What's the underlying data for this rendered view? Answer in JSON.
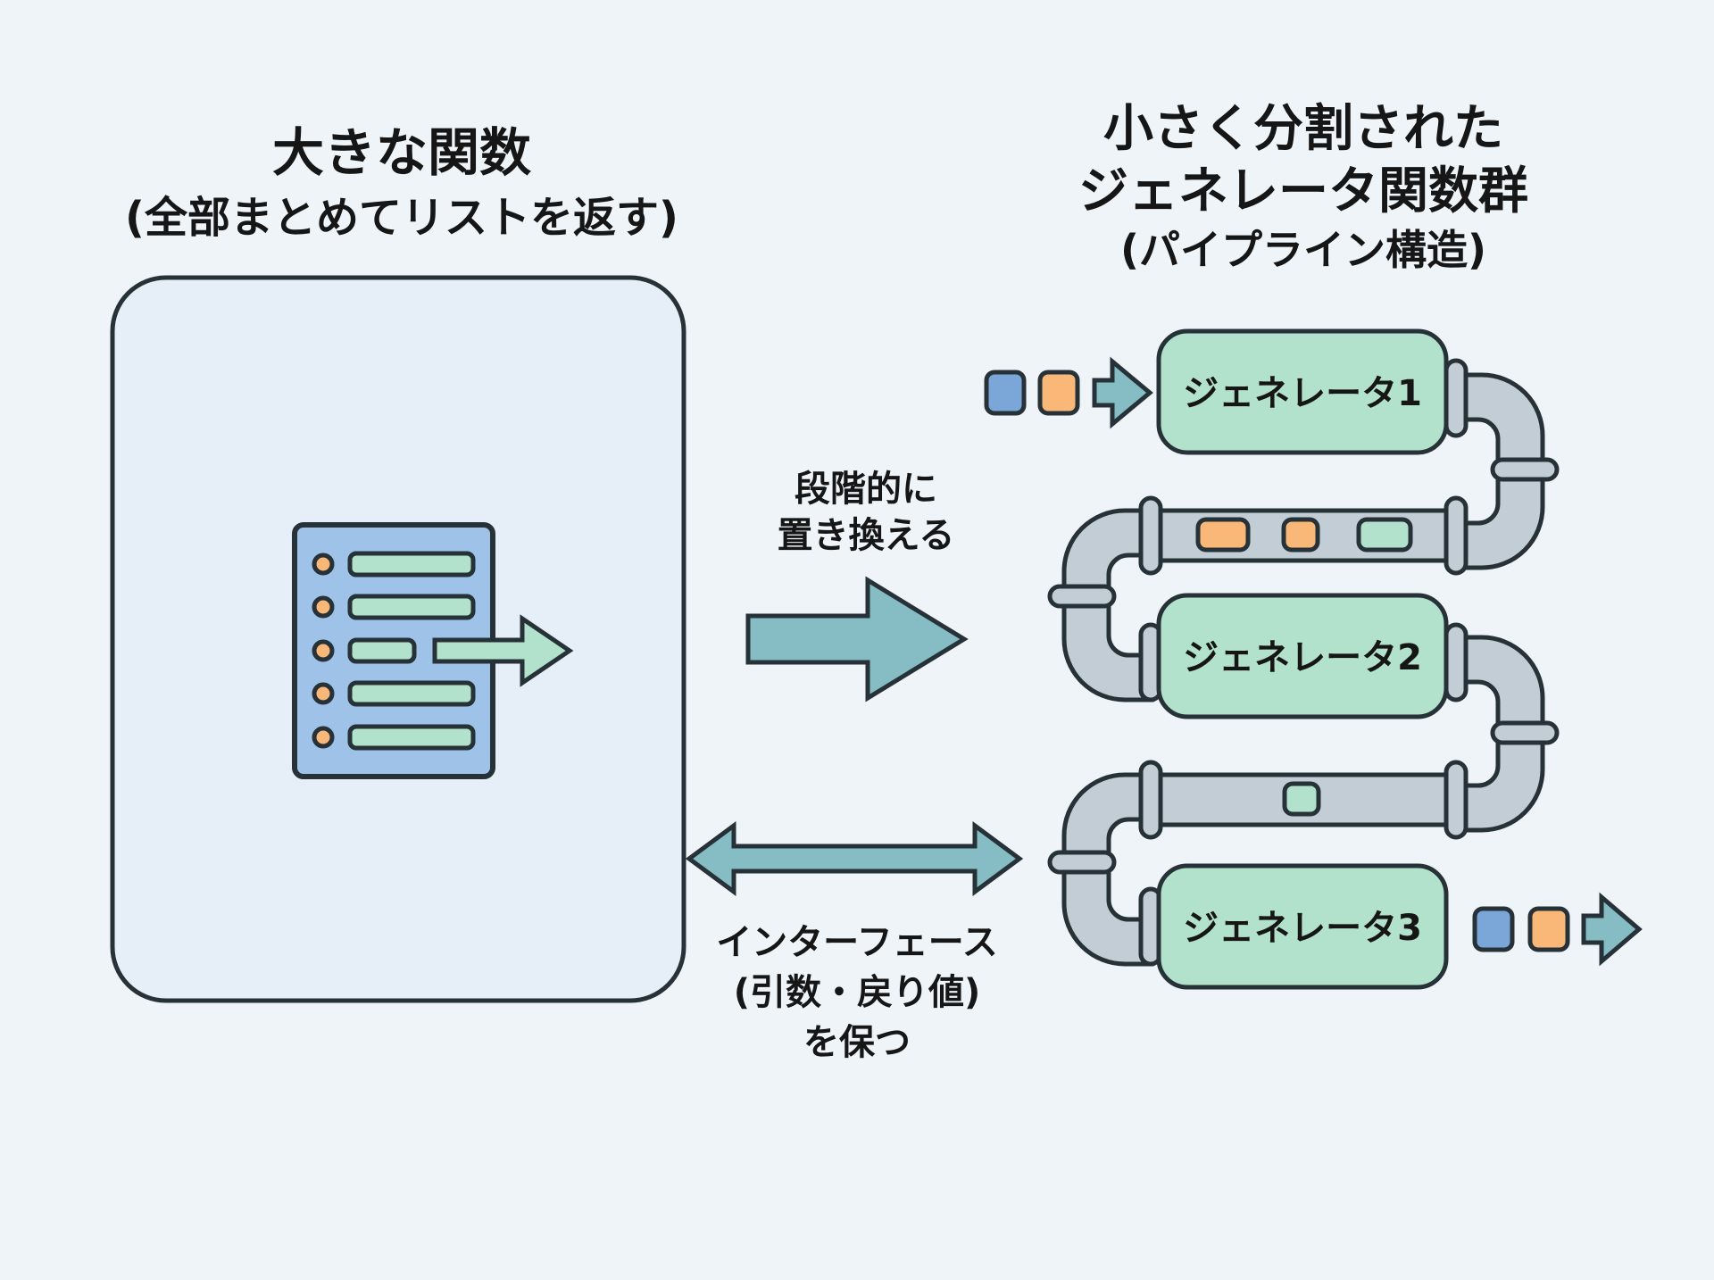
{
  "left": {
    "title": "大きな関数",
    "subtitle": "(全部まとめてリストを返す)"
  },
  "right": {
    "title_line1": "小さく分割された",
    "title_line2": "ジェネレータ関数群",
    "subtitle": "(パイプライン構造)"
  },
  "arrows": {
    "replace_label_line1": "段階的に",
    "replace_label_line2": "置き換える",
    "interface_label_line1": "インターフェース",
    "interface_label_line2": "(引数・戻り値)",
    "interface_label_line3": "を保つ"
  },
  "generators": [
    {
      "label": "ジェネレータ1"
    },
    {
      "label": "ジェネレータ2"
    },
    {
      "label": "ジェネレータ3"
    }
  ],
  "colors": {
    "background": "#eef4f8",
    "outline": "#263238",
    "panel_fill": "#e6eff8",
    "list_fill": "#9fc2e8",
    "green": "#b3e2cc",
    "orange": "#f9b878",
    "blue": "#7aa6d8",
    "teal_arrow": "#86bcc4",
    "pipe": "#c3cdd6"
  }
}
